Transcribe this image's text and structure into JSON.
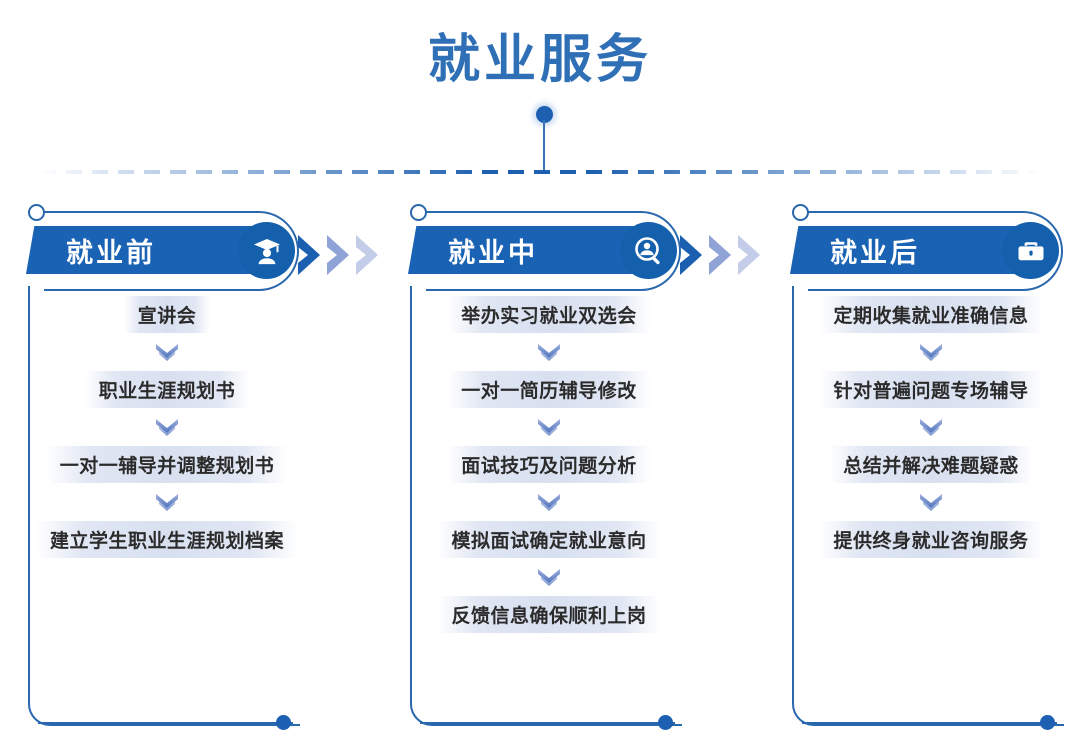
{
  "title": "就业服务",
  "colors": {
    "brand_blue": "#1a62b3",
    "outline_blue": "#2a68ad",
    "dot_blue": "#1d5fb0",
    "title_blue": "#2f6fb5",
    "chevron_dark": "#1a5fb0",
    "chevron_mid": "#8fa3d6",
    "chevron_light": "#c3cce8",
    "item_text": "#2b2b2b",
    "item_band": "#d6deef"
  },
  "stages": [
    {
      "label": "就业前",
      "icon": "graduate-icon",
      "items": [
        "宣讲会",
        "职业生涯规划书",
        "一对一辅导并调整规划书",
        "建立学生职业生涯规划档案"
      ]
    },
    {
      "label": "就业中",
      "icon": "person-search-icon",
      "items": [
        "举办实习就业双选会",
        "一对一简历辅导修改",
        "面试技巧及问题分析",
        "模拟面试确定就业意向",
        "反馈信息确保顺利上岗"
      ]
    },
    {
      "label": "就业后",
      "icon": "briefcase-icon",
      "items": [
        "定期收集就业准确信息",
        "针对普遍问题专场辅导",
        "总结并解决难题疑惑",
        "提供终身就业咨询服务"
      ]
    }
  ],
  "connectors": {
    "between_stages_icon": "double-chevron-right-icon",
    "between_items_icon": "double-chevron-down-icon",
    "top_rule_icon": "dashed-line",
    "top_node_icon": "filled-dot"
  }
}
